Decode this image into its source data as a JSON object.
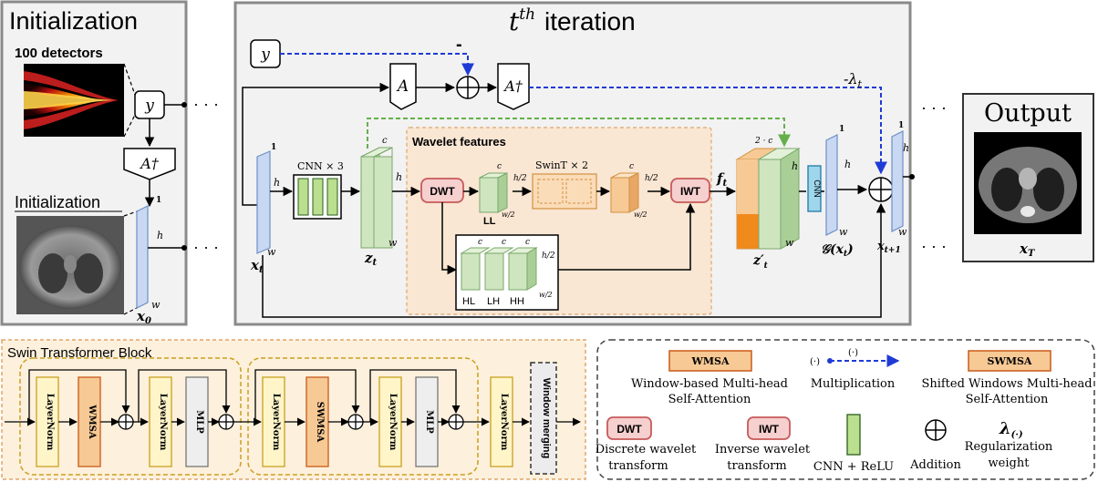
{
  "init": {
    "title": "Initialization",
    "detectors": "100 detectors",
    "sub_title": "Initialization",
    "y": "y",
    "a_dagger": "A†",
    "dim_1": "1",
    "dim_h": "h",
    "dim_w": "w",
    "x0": "x",
    "x0_sub": "0"
  },
  "iteration": {
    "title_t": "t",
    "title_sup": "th",
    "title_rest": "iteration",
    "y": "y",
    "minus": "-",
    "a": "A",
    "a_dagger": "A†",
    "neg_lambda": "-λ",
    "neg_lambda_sub": "t",
    "xt": "x",
    "xt_sub": "t",
    "cnn3": "CNN × 3",
    "zt": "z",
    "zt_sub": "t",
    "dim_c": "c",
    "dim_h": "h",
    "dim_w": "w",
    "dim_1": "1",
    "dim_h2": "h/2",
    "dim_w2": "w/2",
    "wavelet_title": "Wavelet features",
    "dwt": "DWT",
    "iwt": "IWT",
    "ll": "LL",
    "swint": "SwinT × 2",
    "hl": "HL",
    "lh": "LH",
    "hh": "HH",
    "ft": "f",
    "ft_sub": "t",
    "two_c": "2 · c",
    "zt_prime": "z′",
    "zt_prime_sub": "t",
    "cnn": "CNN",
    "g_xt": "𝒢(x",
    "g_xt_sub": "t",
    "g_xt_close": ")",
    "xt1": "x",
    "xt1_sub": "t+1",
    "dots": "· · ·"
  },
  "output": {
    "title": "Output",
    "xT": "x",
    "xT_sub": "T"
  },
  "swin": {
    "title": "Swin Transformer Block",
    "layernorm": "LayerNorm",
    "wmsa": "WMSA",
    "swmsa": "SWMSA",
    "mlp": "MLP",
    "window_merging": "Window merging"
  },
  "legend": {
    "wmsa": "WMSA",
    "wmsa_desc_1": "Window-based Multi-head",
    "wmsa_desc_2": "Self-Attention",
    "mult_sym": "(·)",
    "mult_sym2": "(·)",
    "mult_desc": "Multiplication",
    "swmsa": "SWMSA",
    "swmsa_desc_1": "Shifted Windows Multi-head",
    "swmsa_desc_2": "Self-Attention",
    "dwt": "DWT",
    "dwt_desc_1": "Discrete wavelet",
    "dwt_desc_2": "transform",
    "iwt": "IWT",
    "iwt_desc_1": "Inverse wavelet",
    "iwt_desc_2": "transform",
    "cnn_desc": "CNN + ReLU",
    "add_desc": "Addition",
    "lambda_sym": "λ",
    "lambda_sub": "(·)",
    "lambda_desc_1": "Regularization",
    "lambda_desc_2": "weight"
  },
  "colors": {
    "blue_fill": "#c9d8f2",
    "blue_stroke": "#6d8fc8",
    "green_fill": "#cfe5c0",
    "green_stroke": "#7aa86a",
    "cnn_fill": "#b9df8f",
    "orange_fill": "#f7c995",
    "orange_dark": "#f08a1a",
    "pink_fill": "#f6cfcf",
    "pink_stroke": "#c85a5a",
    "wavelet_bg": "#f9e6d3",
    "swin_bg": "#fdf0dc",
    "yellow_fill": "#fff5c8",
    "dashed_blue": "#1f3bd6",
    "dashed_green": "#64b04a"
  }
}
